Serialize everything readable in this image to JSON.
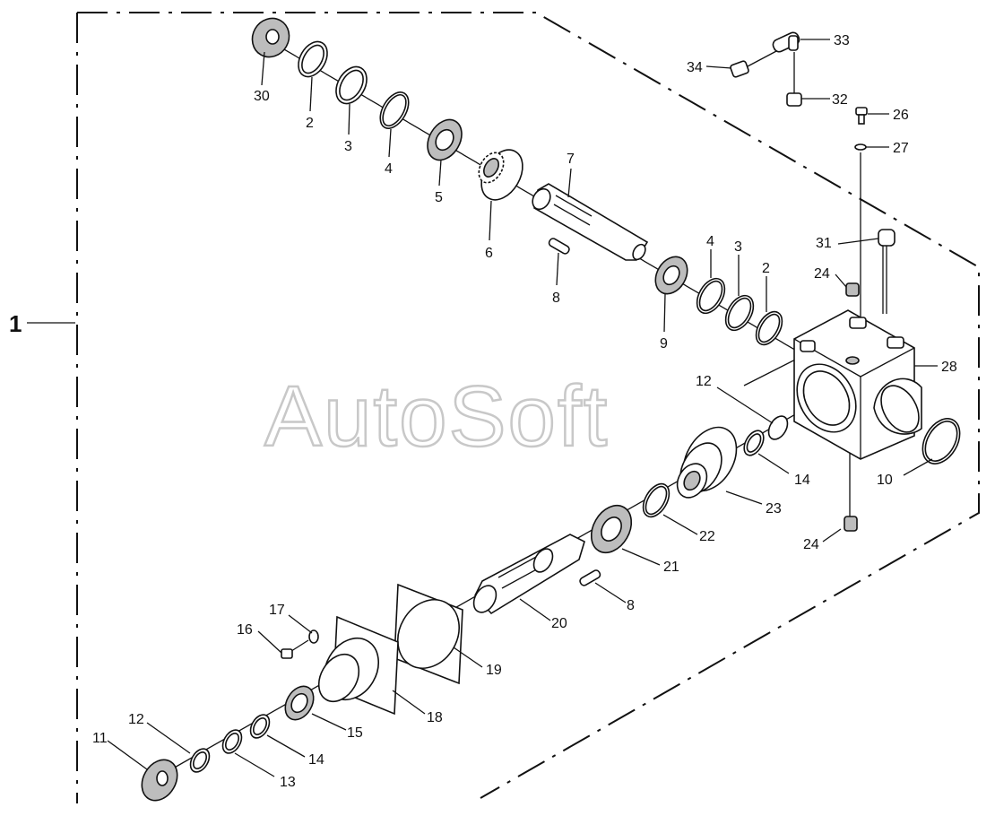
{
  "diagram": {
    "assembly_label": "1",
    "watermark": "AutoSoft",
    "callouts": {
      "c30": "30",
      "c2a": "2",
      "c3a": "3",
      "c4a": "4",
      "c5": "5",
      "c6": "6",
      "c7": "7",
      "c8a": "8",
      "c4b": "4",
      "c3b": "3",
      "c2b": "2",
      "c9": "9",
      "c34": "34",
      "c33": "33",
      "c32": "32",
      "c26": "26",
      "c27": "27",
      "c31": "31",
      "c24a": "24",
      "c28": "28",
      "c12a": "12",
      "c14a": "14",
      "c10": "10",
      "c23": "23",
      "c24b": "24",
      "c22": "22",
      "c21": "21",
      "c8b": "8",
      "c20": "20",
      "c17": "17",
      "c16": "16",
      "c19": "19",
      "c18": "18",
      "c15": "15",
      "c12b": "12",
      "c11": "11",
      "c14b": "14",
      "c13": "13"
    }
  }
}
